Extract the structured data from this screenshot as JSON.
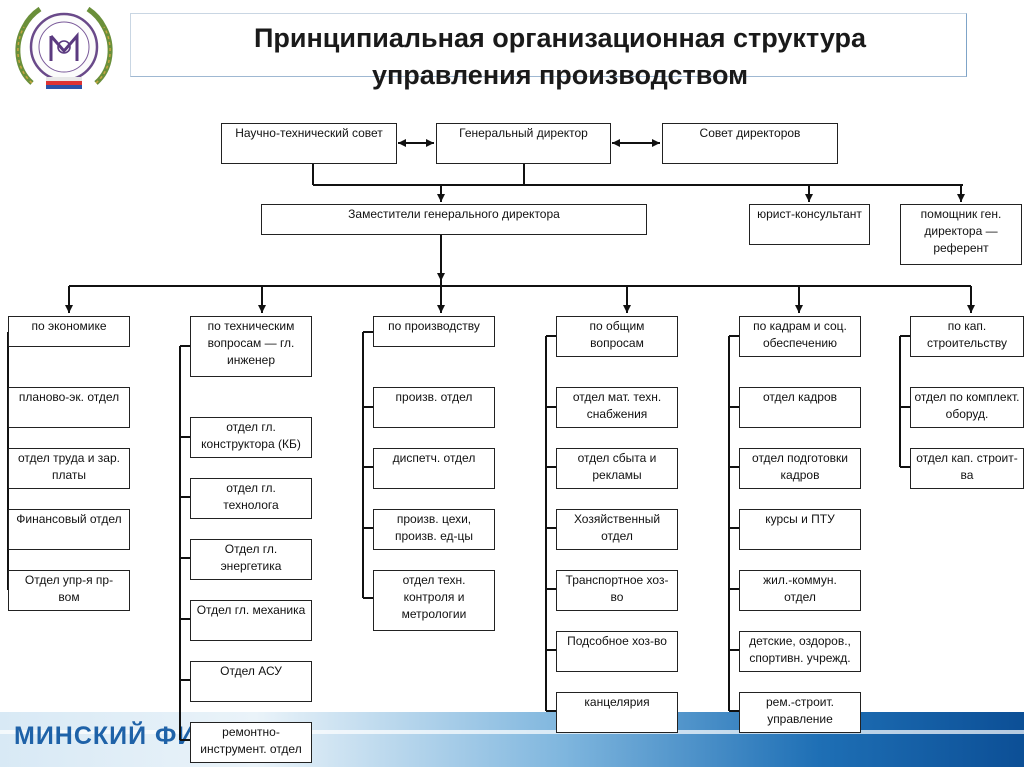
{
  "header": {
    "title_line1": "Принципиальная организационная структура",
    "title_line2": "управления производством",
    "emblem_icon": "university-crest-emblem"
  },
  "footer": {
    "brand_text": "МИНСКИЙ ФИ"
  },
  "colors": {
    "box_border": "#222222",
    "footer_text": "#1f62a8",
    "band_dark": "#0c4f96",
    "band_light": "#d8e9f5"
  },
  "top_level": {
    "scientific_council": "Научно-технический совет",
    "general_director": "Генеральный директор",
    "board_of_directors": "Совет директоров"
  },
  "second_level": {
    "deputies": "Заместители генерального директора",
    "legal_advisor": "юрист-консультант",
    "assistant_line1": "помощник ген.",
    "assistant_line2": "директора —",
    "assistant_line3": "референт"
  },
  "columns": {
    "economics": {
      "head": [
        "по экономике"
      ],
      "units": [
        [
          "планово-эк. отдел"
        ],
        [
          "отдел труда и зар.",
          "платы"
        ],
        [
          "Финансовый отдел"
        ],
        [
          "Отдел  упр-я пр-",
          "вом"
        ]
      ]
    },
    "technical": {
      "head": [
        "по техническим",
        "вопросам — гл.",
        "инженер"
      ],
      "units": [
        [
          "отдел гл.",
          "конструктора (КБ)"
        ],
        [
          "отдел  гл.",
          "технолога"
        ],
        [
          "Отдел  гл.",
          "энергетика"
        ],
        [
          "Отдел гл. механика"
        ],
        [
          "Отдел АСУ"
        ],
        [
          "ремонтно-",
          "инструмент. отдел"
        ]
      ]
    },
    "production": {
      "head": [
        "по производству"
      ],
      "units": [
        [
          "произв. отдел"
        ],
        [
          "диспетч. отдел"
        ],
        [
          "произв. цехи,",
          "произв. ед-цы"
        ],
        [
          "отдел техн.",
          "контроля и",
          "метрологии"
        ]
      ]
    },
    "general": {
      "head": [
        "по общим",
        "вопросам"
      ],
      "units": [
        [
          "отдел мат. техн.",
          "снабжения"
        ],
        [
          "отдел сбыта и",
          "рекламы"
        ],
        [
          "Хозяйственный",
          "отдел"
        ],
        [
          "Транспортное хоз-",
          "во"
        ],
        [
          "Подсобное хоз-во"
        ],
        [
          "канцелярия"
        ]
      ]
    },
    "personnel": {
      "head": [
        "по кадрам и соц.",
        "обеспечению"
      ],
      "units": [
        [
          "отдел кадров"
        ],
        [
          "отдел подготовки",
          "кадров"
        ],
        [
          "курсы и ПТУ"
        ],
        [
          "жил.-коммун.",
          "отдел"
        ],
        [
          "детские, оздоров.,",
          "спортивн. учрежд."
        ],
        [
          "рем.-строит.",
          "управление"
        ]
      ]
    },
    "construction": {
      "head": [
        "по кап.",
        "строительству"
      ],
      "units": [
        [
          "отдел по комплект.",
          "оборуд."
        ],
        [
          "отдел кап. строит-",
          "ва"
        ]
      ]
    }
  }
}
